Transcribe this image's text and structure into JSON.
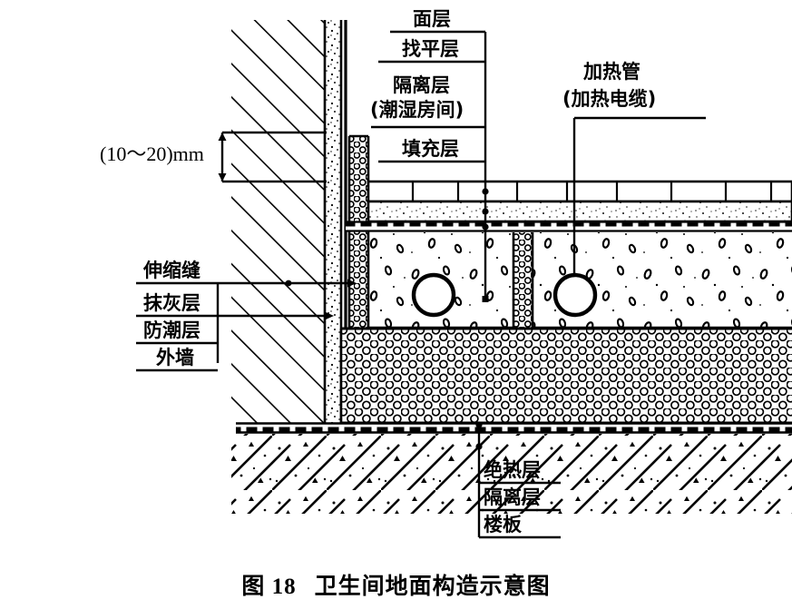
{
  "figure": {
    "caption_number": "图 18",
    "caption_title": "卫生间地面构造示意图",
    "dimension_note": "(10～20)mm"
  },
  "colors": {
    "ink": "#000000",
    "paper": "#ffffff",
    "stipple": "#6a6a6a"
  },
  "labels": {
    "top": [
      {
        "key": "surface",
        "text": "面层",
        "note": ""
      },
      {
        "key": "leveling",
        "text": "找平层",
        "note": ""
      },
      {
        "key": "isolation",
        "text": "隔离层",
        "note": "(潮湿房间)"
      },
      {
        "key": "filling",
        "text": "填充层",
        "note": ""
      }
    ],
    "top_right": {
      "key": "heating-pipe",
      "text": "加热管",
      "note": "(加热电缆)"
    },
    "left": [
      {
        "key": "expansion-joint",
        "text": "伸缩缝"
      },
      {
        "key": "plaster",
        "text": "抹灰层"
      },
      {
        "key": "dampproof",
        "text": "防潮层"
      },
      {
        "key": "exterior-wall",
        "text": "外墙"
      }
    ],
    "bottom": [
      {
        "key": "thermal-insulation",
        "text": "绝热层"
      },
      {
        "key": "isolation-lower",
        "text": "隔离层"
      },
      {
        "key": "floor-slab",
        "text": "楼板"
      }
    ]
  },
  "diagram_elements": {
    "pipes_count": 2,
    "wall_hatch": "diagonal-45",
    "slab_hatch": "concrete-aggregate",
    "insulation_hatch": "packed-circles",
    "isolation_hatch": "dashed-band"
  }
}
